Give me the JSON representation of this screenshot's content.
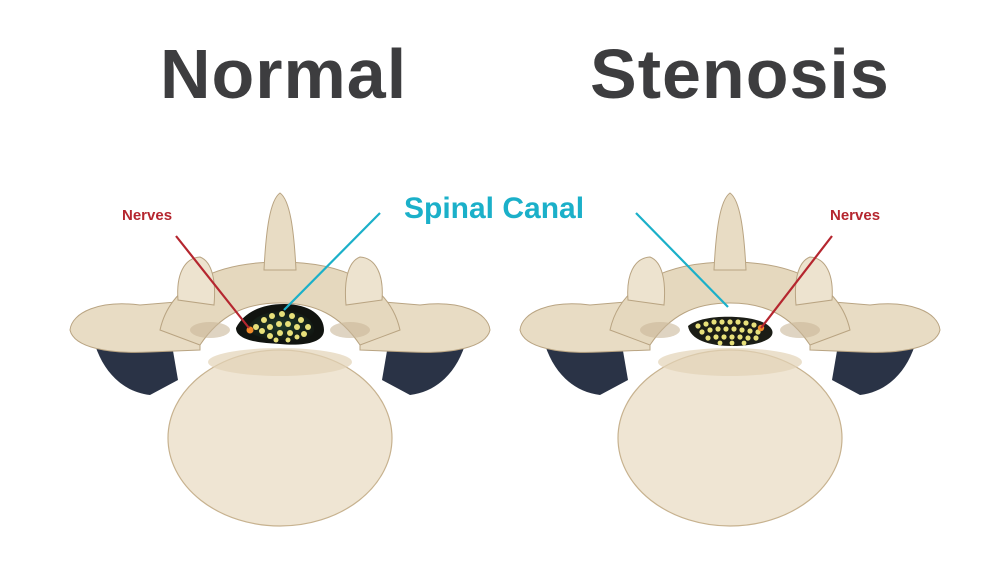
{
  "titles": {
    "normal": "Normal",
    "stenosis": "Stenosis"
  },
  "labels": {
    "nerves_left": "Nerves",
    "nerves_right": "Nerves",
    "spinal_canal": "Spinal Canal"
  },
  "colors": {
    "title": "#3d3d3f",
    "nerves_label": "#b5262f",
    "canal_label": "#1bb0c9",
    "bone": "#e8dcc4",
    "bone_shadow": "#c9b899",
    "disc": "#f0e6d4",
    "foramen_dark": "#2a3346",
    "canal_dark": "#1b1d16",
    "nerve_dots": "#e7e07a"
  }
}
